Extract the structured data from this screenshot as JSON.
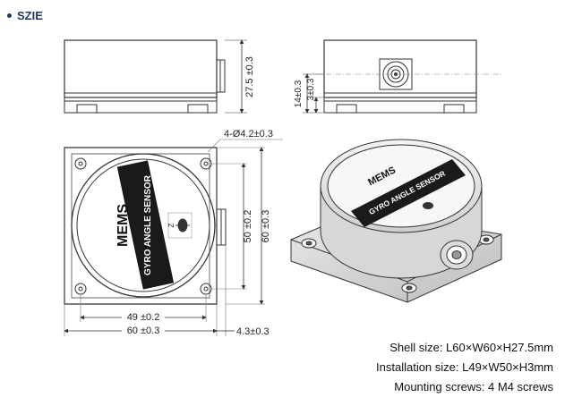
{
  "section_title": "SZIE",
  "dims": {
    "height_total": "27.5 ±0.3",
    "height_cap": "14±0.3",
    "height_base": "3±0.3",
    "holes": "4-Ø4.2±0.3",
    "install_height": "50 ±0.2",
    "width_total_vertical": "60 ±0.3",
    "install_width": "49 ±0.2",
    "width_total": "60 ±0.3",
    "edge_offset": "4.3±0.3"
  },
  "label": {
    "brand": "MEMS",
    "product": "GYRO ANGLE SENSOR",
    "axis": "Z"
  },
  "specs": [
    "Shell size: L60×W60×H27.5mm",
    "Installation size: L49×W50×H3mm",
    "Mounting screws: 4 M4 screws"
  ]
}
